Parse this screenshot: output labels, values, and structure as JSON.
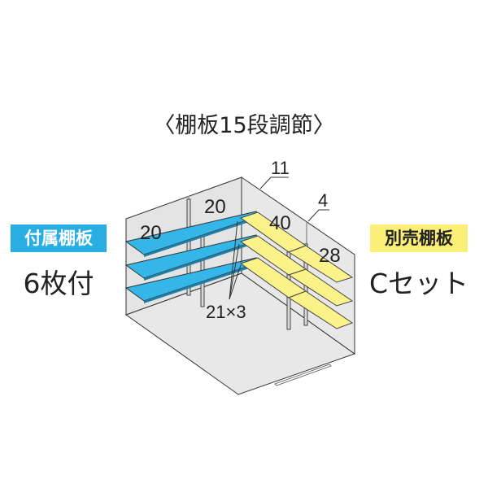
{
  "title": "〈棚板15段調節〉",
  "included": {
    "badge": "付属棚板",
    "count": "6枚付"
  },
  "optional": {
    "badge": "別売棚板",
    "set": "Cセット"
  },
  "dimensions": {
    "left_shelf": "20",
    "mid_shelf": "20",
    "corner_shelf": "40",
    "right_shelf": "28",
    "post_top": "11",
    "post_right": "4",
    "pitch": "21×3"
  },
  "colors": {
    "included_shelf": "#35b6e8",
    "optional_shelf": "#fbf28a",
    "wall": "#e6e6e6"
  }
}
